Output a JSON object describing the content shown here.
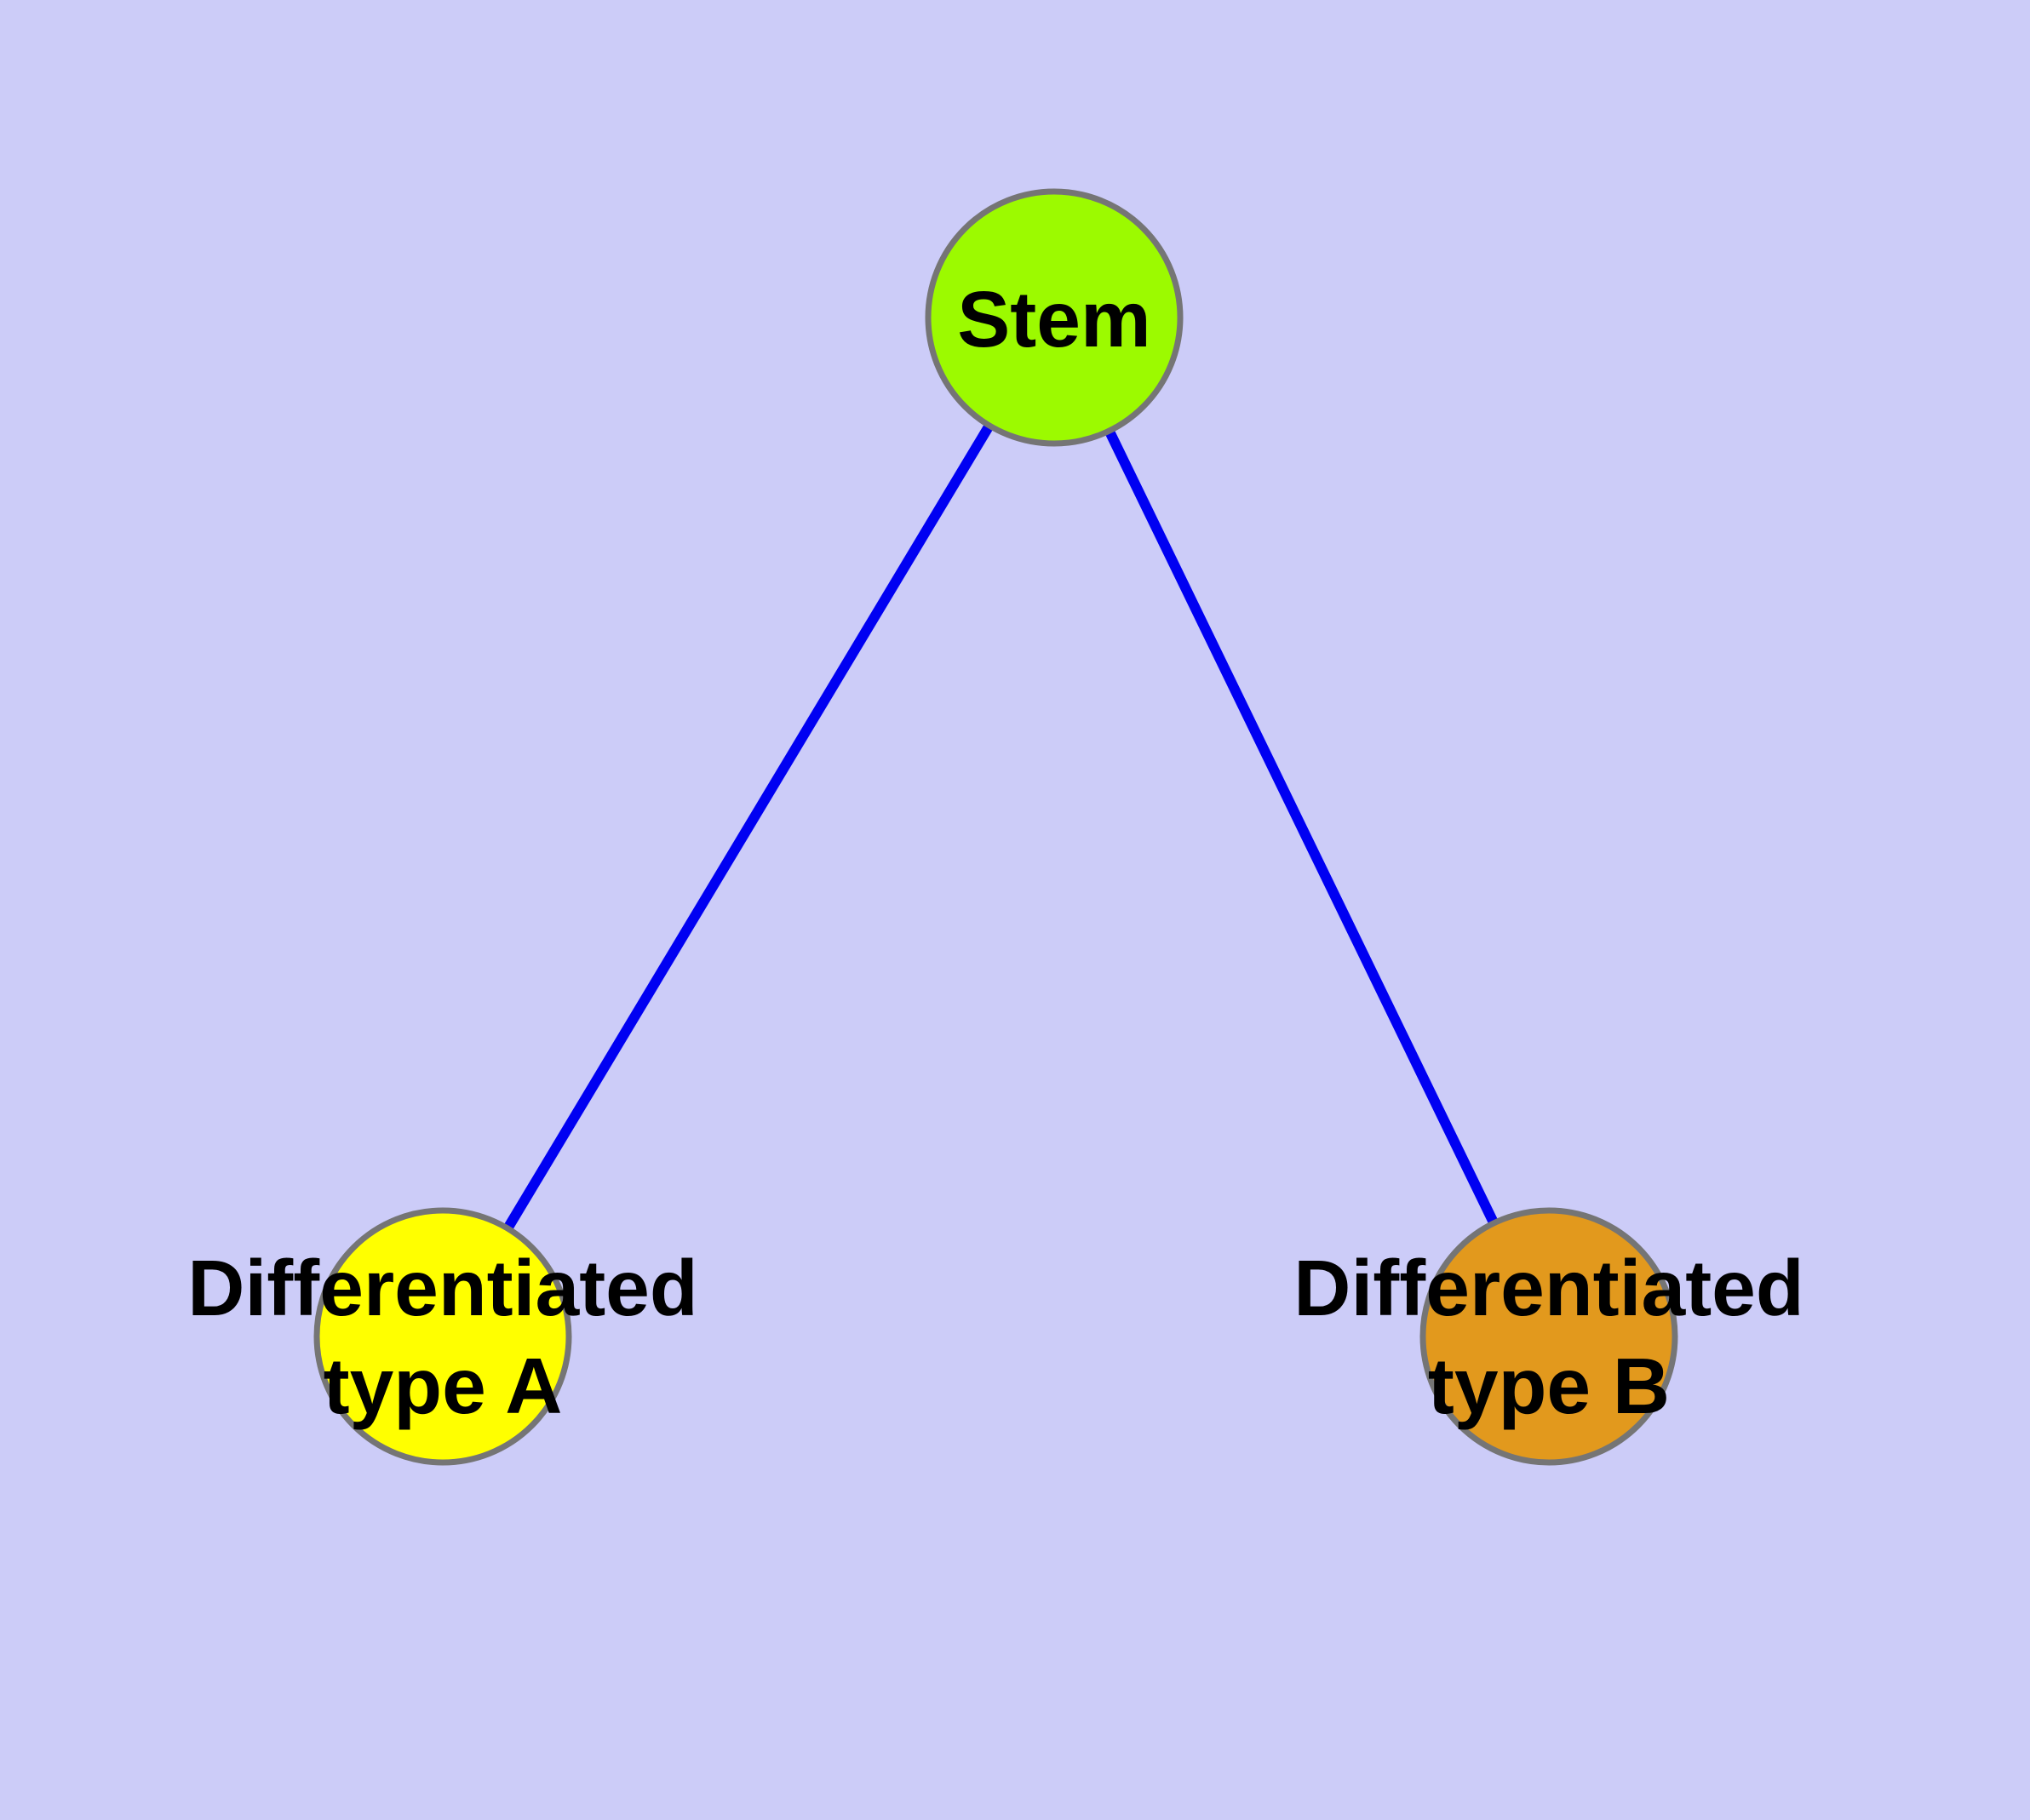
{
  "diagram": {
    "background_color": "#CCCCF8",
    "edge_color": "#0000F2",
    "node_border_color": "#757575",
    "label_color": "#000000",
    "nodes": {
      "stem": {
        "label": "Stem",
        "fill": "#9CFA00"
      },
      "type_a": {
        "label_line1": "Differentiated",
        "label_line2": "type A",
        "fill": "#FFFF00"
      },
      "type_b": {
        "label_line1": "Differentiated",
        "label_line2": "type B",
        "fill": "#E2991D"
      }
    },
    "edges": [
      {
        "from": "Stem",
        "to": "Differentiated type A"
      },
      {
        "from": "Stem",
        "to": "Differentiated type B"
      }
    ]
  }
}
